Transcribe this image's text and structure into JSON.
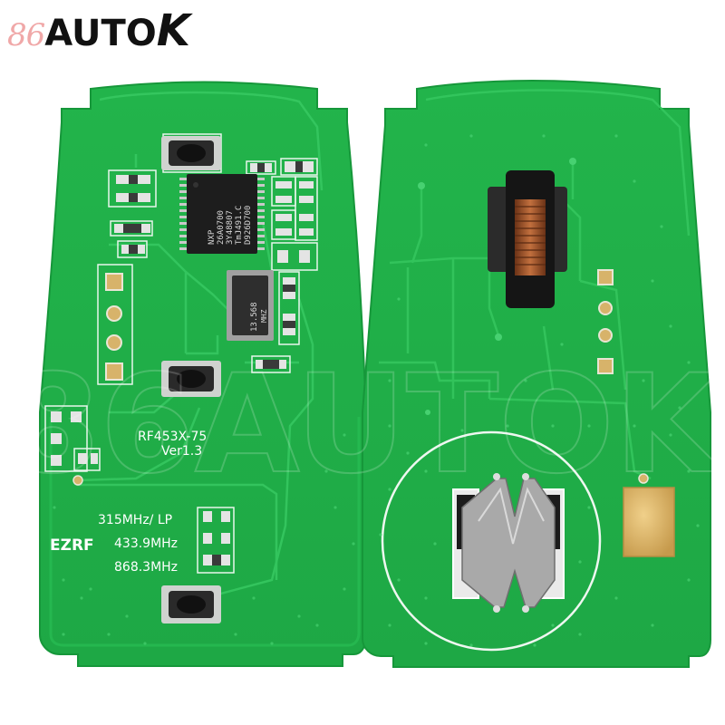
{
  "brand": {
    "logo_number": "86",
    "logo_word": "AUTO",
    "logo_last_letter": "K",
    "watermark": "86AUTOK"
  },
  "left_board": {
    "model_label": "RF453X-75",
    "version_label": "Ver1.3",
    "brand_label": "EZRF",
    "freq_1": "315MHz/ LP",
    "freq_2": "433.9MHz",
    "freq_3": "868.3MHz",
    "ic_lines": [
      "NXP",
      "26A0700",
      "3Y48807",
      "TmJ491.C",
      "D926D700"
    ],
    "crystal_lines": [
      "13.568",
      "MHZ"
    ]
  },
  "colors": {
    "pcb_green": "#21b24a",
    "pcb_dark": "#159a3c",
    "trace": "#2bbf55",
    "gold": "#d9b46a"
  }
}
